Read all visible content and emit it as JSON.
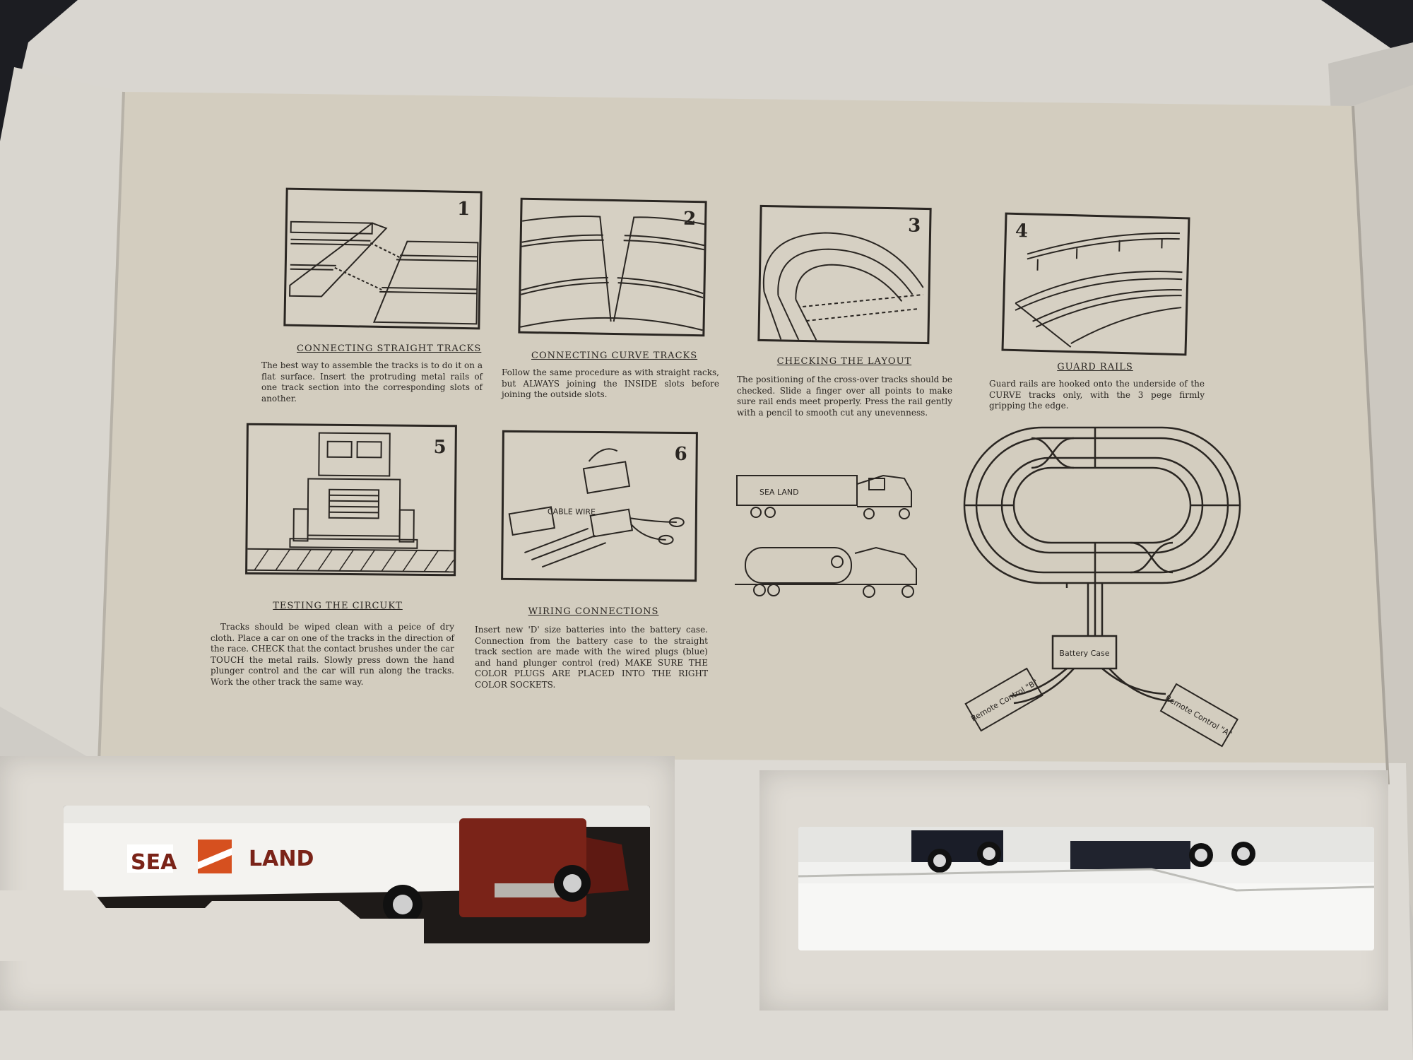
{
  "colors": {
    "paper": "#d5cfc2",
    "ink": "#2a2622",
    "box_inner": "#e2ded6",
    "cab_red": "#7a2318",
    "sealand_orange": "#d6501f"
  },
  "steps": [
    {
      "number": "1",
      "title": "CONNECTING STRAIGHT TRACKS",
      "text": "The best way to assemble the tracks is to do it on a flat surface. Insert the protruding metal rails of one track section into the corresponding slots of another."
    },
    {
      "number": "2",
      "title": "CONNECTING CURVE TRACKS",
      "text": "Follow the same procedure as with straight racks, but ALWAYS joining the INSIDE slots before joining the outside slots."
    },
    {
      "number": "3",
      "title": "CHECKING THE LAYOUT",
      "text": "The positioning of the cross-over tracks should be checked. Slide a finger over all points to make sure rail ends meet properly. Press the rail gently with a pencil to smooth cut any unevenness."
    },
    {
      "number": "4",
      "title": "GUARD RAILS",
      "text": "Guard rails are hooked onto the underside of the CURVE tracks only, with the 3 pege firmly gripping the edge."
    },
    {
      "number": "5",
      "title": "TESTING THE CIRCUKT",
      "text": "Tracks should be wiped clean with a peice of dry cloth. Place a car on one of the tracks in the direction of the race. CHECK that the contact brushes under the car TOUCH the metal rails. Slowly press down the hand plunger control and the car will run along the tracks. Work the other track the same way."
    },
    {
      "number": "6",
      "title": "WIRING CONNECTIONS",
      "text": "Insert new 'D' size batteries into the battery case. Connection from the battery case to the straight track section are made with the wired plugs (blue) and hand plunger control (red) MAKE SURE THE COLOR PLUGS ARE PLACED INTO THE RIGHT COLOR SOCKETS."
    }
  ],
  "diagram_labels": {
    "battery_case": "Battery Case",
    "remote_b": "Remote Control \"B\"",
    "remote_a": "Remote Control \"A\"",
    "cable_wire": "CABLE WIRE",
    "trailer_logo": "SEA LAND"
  },
  "truck_logo": {
    "word_left": "SEA",
    "word_right": "LAND"
  }
}
